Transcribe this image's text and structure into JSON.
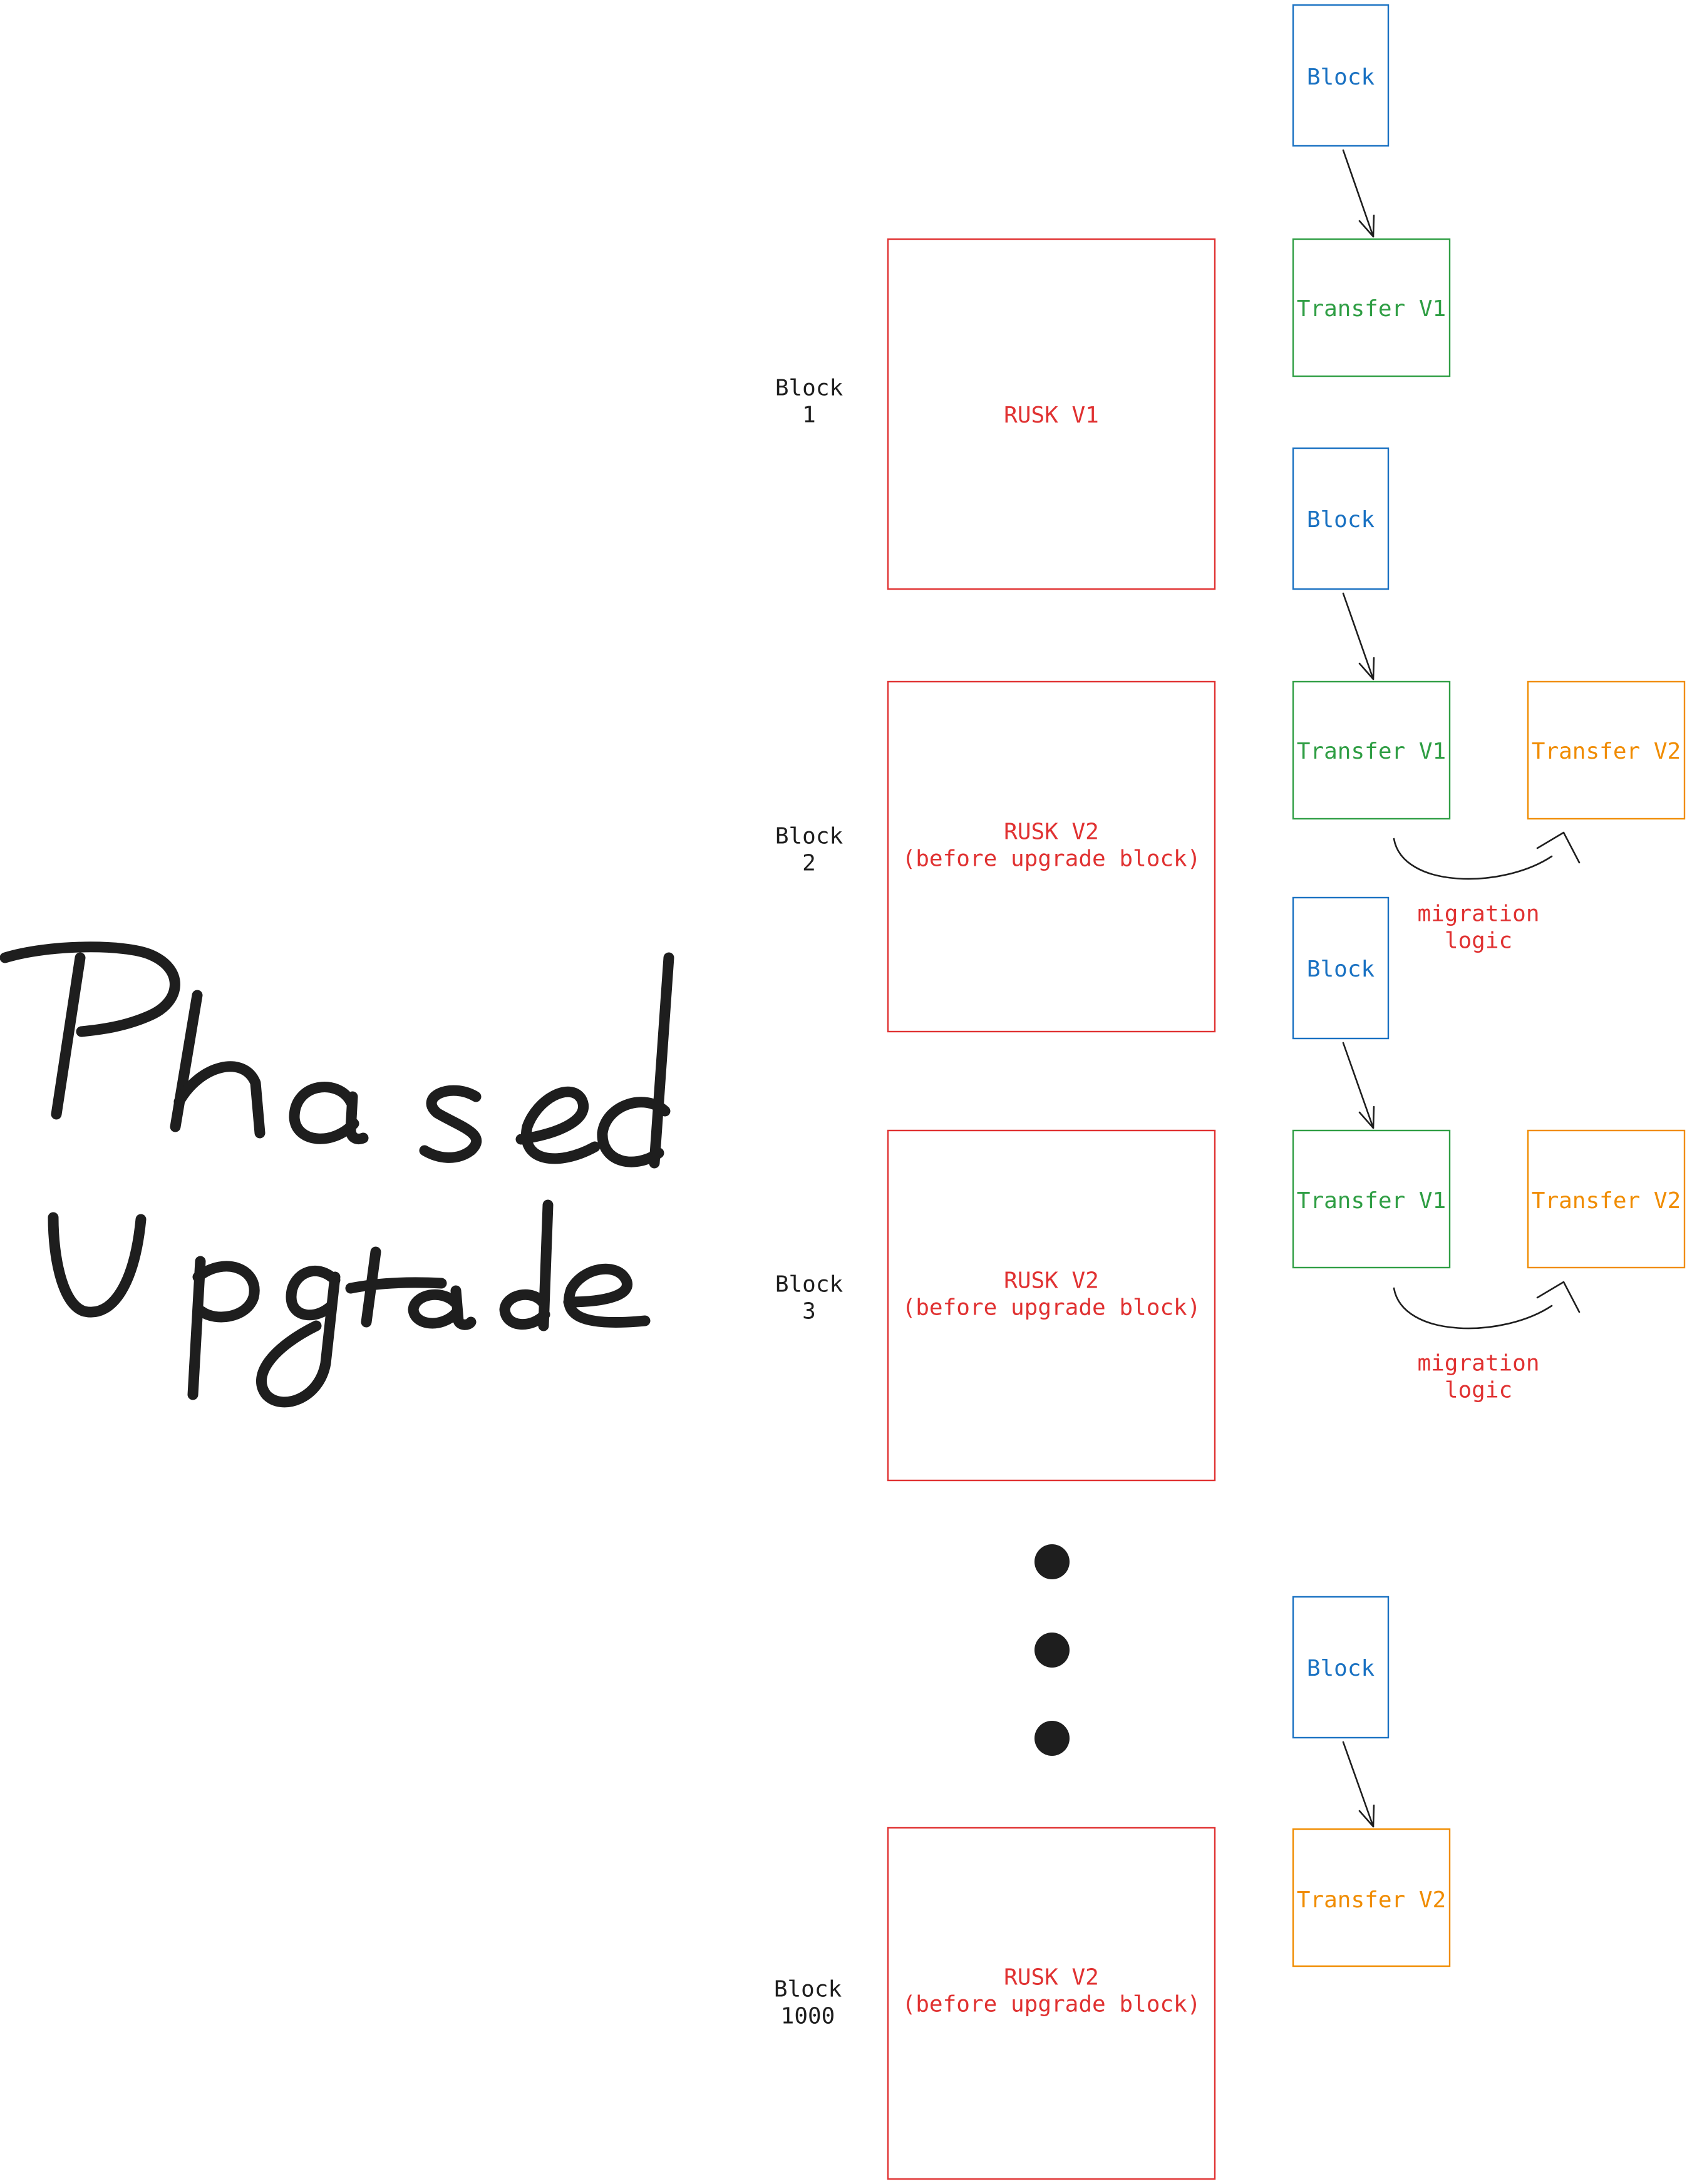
{
  "title_line_1": "Phased",
  "title_line_2": "Upgrade",
  "colors": {
    "rusk": "#e03131",
    "block": "#1971c2",
    "transfer_v1": "#2f9e44",
    "transfer_v2": "#f08c00",
    "ink": "#1e1e1e"
  },
  "rows": [
    {
      "block_label": "Block\n1",
      "rusk_label": "RUSK V1",
      "block_box_label": "Block",
      "transfer_v1_label": "Transfer V1"
    },
    {
      "block_label": "Block\n2",
      "rusk_label": "RUSK V2\n(before upgrade block)",
      "block_box_label": "Block",
      "transfer_v1_label": "Transfer V1",
      "transfer_v2_label": "Transfer V2",
      "migration_label": "migration\nlogic"
    },
    {
      "block_label": "Block\n3",
      "rusk_label": "RUSK V2\n(before upgrade block)",
      "block_box_label": "Block",
      "transfer_v1_label": "Transfer V1",
      "transfer_v2_label": "Transfer V2",
      "migration_label": "migration\nlogic"
    },
    {
      "block_label": "Block\n1000",
      "rusk_label": "RUSK V2\n(before upgrade block)",
      "block_box_label": "Block",
      "transfer_v2_label": "Transfer V2"
    }
  ]
}
